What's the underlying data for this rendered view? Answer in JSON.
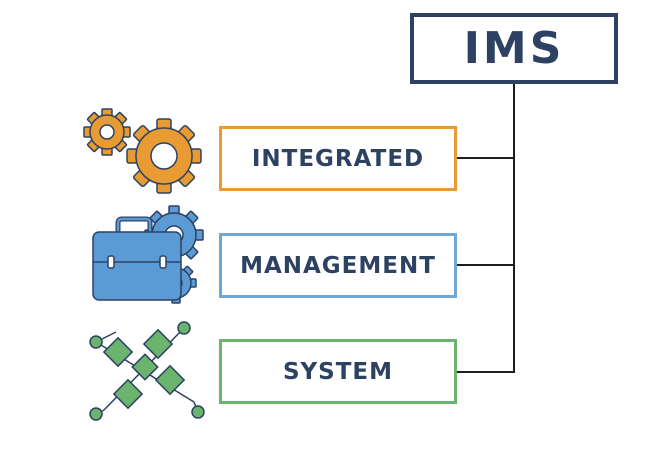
{
  "diagram": {
    "root": {
      "label": "IMS",
      "color": "#2d4262"
    },
    "items": [
      {
        "label": "INTEGRATED",
        "border_color": "#e89b33",
        "icon": "gears-icon"
      },
      {
        "label": "MANAGEMENT",
        "border_color": "#6fa8d6",
        "icon": "briefcase-gear-icon"
      },
      {
        "label": "SYSTEM",
        "border_color": "#6ab46e",
        "icon": "network-nodes-icon"
      }
    ],
    "colors": {
      "orange": "#e89b33",
      "blue": "#5b9bd5",
      "green": "#6ab46e",
      "navy": "#2d4262",
      "line": "#1e1e1e"
    }
  }
}
